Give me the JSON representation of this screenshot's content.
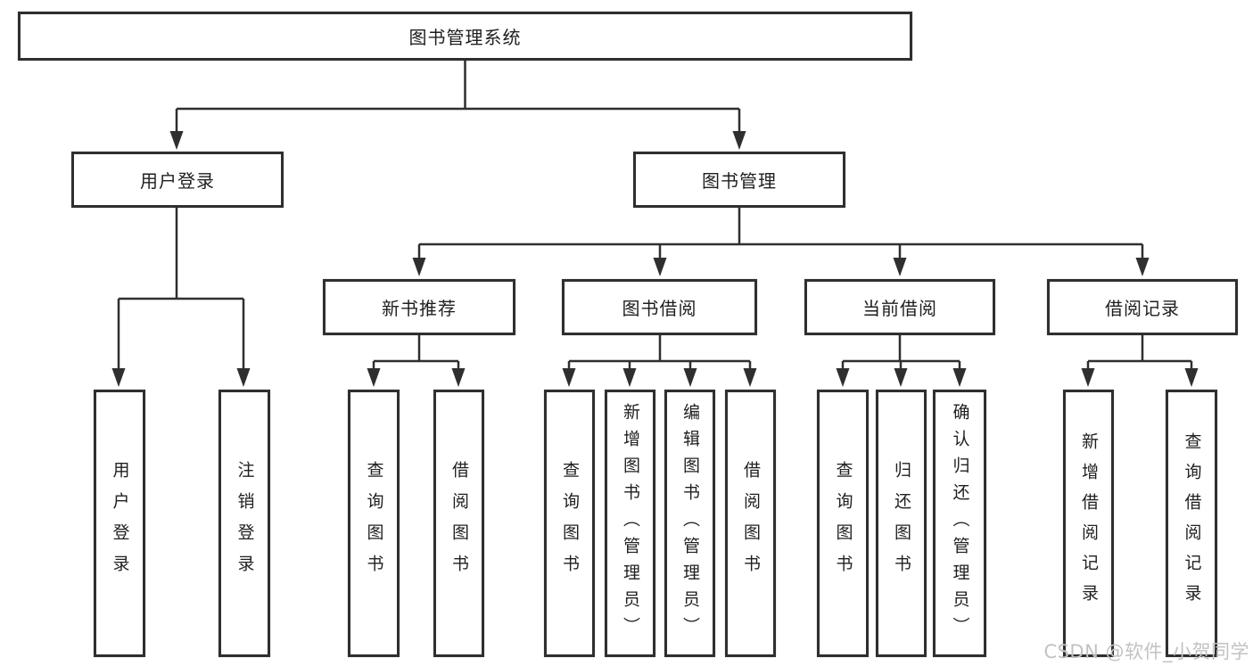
{
  "diagram": {
    "kind": "functional-structure-tree",
    "colors": {
      "line": "#2f2f2f",
      "box_border": "#2f2f2f",
      "box_fill": "#ffffff",
      "text": "#1f1f1f",
      "watermark": "#c2c2c2"
    }
  },
  "watermark": {
    "text": "CSDN @软件_小贺同学"
  },
  "tree": {
    "root": {
      "label": "图书管理系统"
    },
    "children": [
      {
        "label": "用户登录",
        "children": [
          {
            "label": "用户登录"
          },
          {
            "label": "注销登录"
          }
        ]
      },
      {
        "label": "图书管理",
        "children": [
          {
            "label": "新书推荐",
            "children": [
              {
                "label": "查询图书"
              },
              {
                "label": "借阅图书"
              }
            ]
          },
          {
            "label": "图书借阅",
            "children": [
              {
                "label": "查询图书"
              },
              {
                "label": "新增图书（管理员）"
              },
              {
                "label": "编辑图书（管理员）"
              },
              {
                "label": "借阅图书"
              }
            ]
          },
          {
            "label": "当前借阅",
            "children": [
              {
                "label": "查询图书"
              },
              {
                "label": "归还图书"
              },
              {
                "label": "确认归还（管理员）"
              }
            ]
          },
          {
            "label": "借阅记录",
            "children": [
              {
                "label": "新增借阅记录"
              },
              {
                "label": "查询借阅记录"
              }
            ]
          }
        ]
      }
    ]
  }
}
